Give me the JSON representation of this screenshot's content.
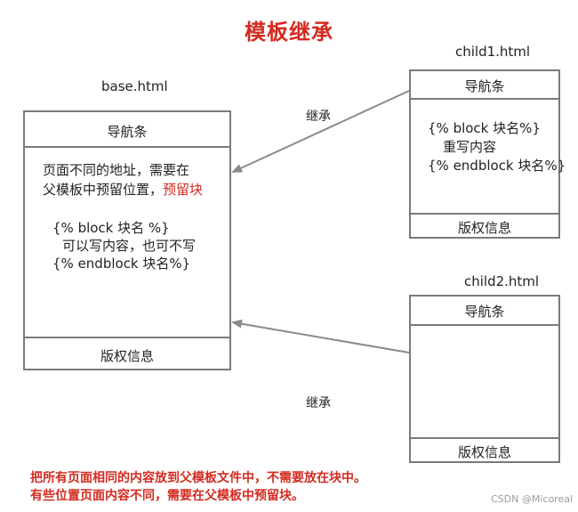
{
  "title": "模板继承",
  "base": {
    "file_label": "base.html",
    "nav": "导航条",
    "desc_line1": "页面不同的地址，需要在",
    "desc_line2_prefix": "父模板中预留位置，",
    "desc_line2_highlight": "预留块",
    "code_line1": "{% block 块名 %}",
    "code_line2": "可以写内容，也可不写",
    "code_line3": "{% endblock 块名%}",
    "footer": "版权信息"
  },
  "child1": {
    "file_label": "child1.html",
    "nav": "导航条",
    "code_line1": "{% block 块名%}",
    "code_line2": "重写内容",
    "code_line3": "{% endblock 块名%}",
    "footer": "版权信息"
  },
  "child2": {
    "file_label": "child2.html",
    "nav": "导航条",
    "footer": "版权信息"
  },
  "arrows": {
    "upper_label": "继承",
    "lower_label": "继承"
  },
  "notes": {
    "line1": "把所有页面相同的内容放到父模板文件中，不需要放在块中。",
    "line2": "有些位置页面内容不同，需要在父模板中预留块。"
  },
  "watermark": "CSDN @Micoreal",
  "colors": {
    "accent": "#d42a1f",
    "border": "#7a7a7a",
    "arrow": "#8a8a8a"
  }
}
